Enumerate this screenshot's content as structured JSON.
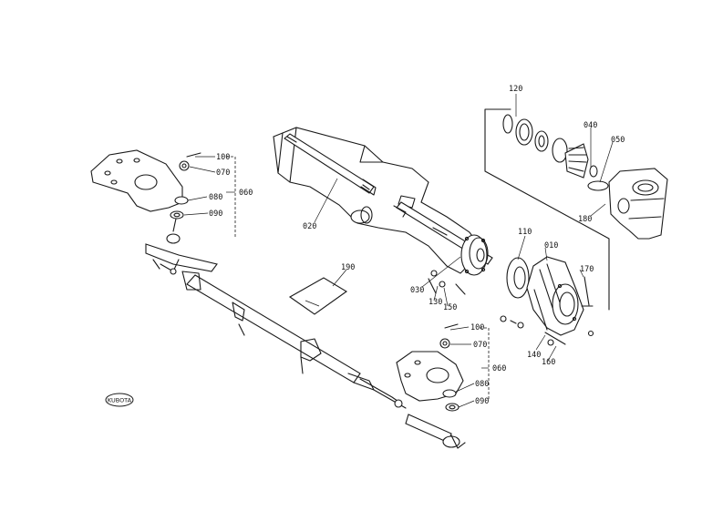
{
  "labels": {
    "p120": "120",
    "p040": "040",
    "p050": "050",
    "p180": "180",
    "p100_top": "100",
    "p070_top": "070",
    "p080_top": "080",
    "p090_top": "090",
    "p060_top": "060",
    "p020": "020",
    "p110": "110",
    "p010": "010",
    "p170": "170",
    "p190": "190",
    "p030": "030",
    "p130": "130",
    "p150_mid": "150",
    "p100_bot": "100",
    "p070_bot": "070",
    "p060_bot": "060",
    "p080_bot": "080",
    "p090_bot": "090",
    "p140": "140",
    "p160": "160"
  },
  "logo": {
    "text": "KUBOTA"
  },
  "colors": {
    "ink": "#1a1a1a",
    "paper": "#ffffff"
  }
}
